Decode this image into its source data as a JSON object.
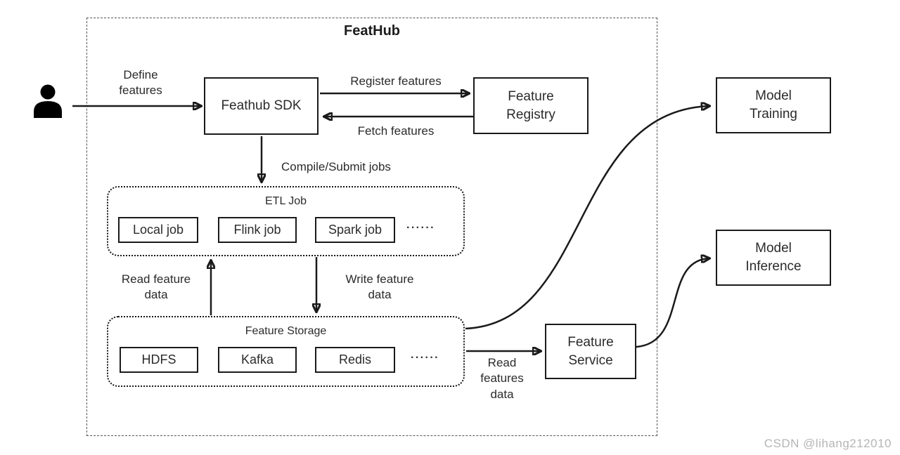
{
  "diagram": {
    "title": "FeatHub",
    "nodes": {
      "sdk": "Feathub SDK",
      "registry": "Feature Registry",
      "model_training": "Model Training",
      "model_inference": "Model Inference",
      "feature_service": "Feature Service"
    },
    "etl": {
      "title": "ETL Job",
      "items": [
        "Local job",
        "Flink job",
        "Spark job"
      ],
      "more": "······"
    },
    "storage": {
      "title": "Feature Storage",
      "items": [
        "HDFS",
        "Kafka",
        "Redis"
      ],
      "more": "······"
    },
    "edges": {
      "define": "Define features",
      "register": "Register features",
      "fetch": "Fetch features",
      "compile": "Compile/Submit jobs",
      "read_up": "Read feature data",
      "write_down": "Write feature data",
      "read_service": "Read features data"
    },
    "colors": {
      "stroke": "#1a1a1a",
      "text": "#2b2b2b",
      "watermark": "#b5b5b5"
    }
  },
  "watermark": "CSDN @lihang212010"
}
